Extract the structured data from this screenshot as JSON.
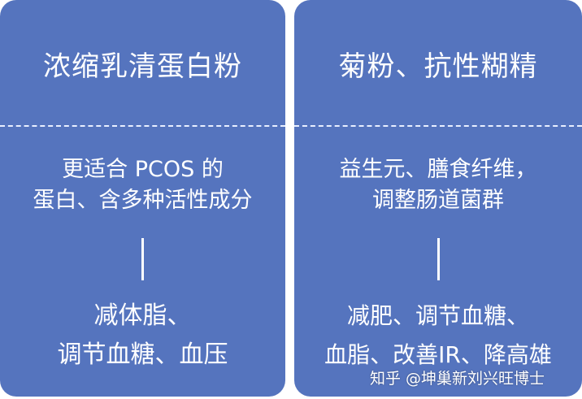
{
  "colors": {
    "panel_bg": "#5574be",
    "text": "#ffffff",
    "background": "#ffffff"
  },
  "panels": [
    {
      "title": "浓缩乳清蛋白粉",
      "description": [
        "更适合 PCOS 的",
        "蛋白、含多种活性成分"
      ],
      "effects": [
        "减体脂、",
        "调节血糖、血压"
      ]
    },
    {
      "title": "菊粉、抗性糊精",
      "description": [
        "益生元、膳食纤维，",
        "调整肠道菌群"
      ],
      "effects": [
        "减肥、调节血糖、",
        "血脂、改善IR、降高雄"
      ]
    }
  ],
  "watermark": "知乎 @坤巢新刘兴旺博士"
}
